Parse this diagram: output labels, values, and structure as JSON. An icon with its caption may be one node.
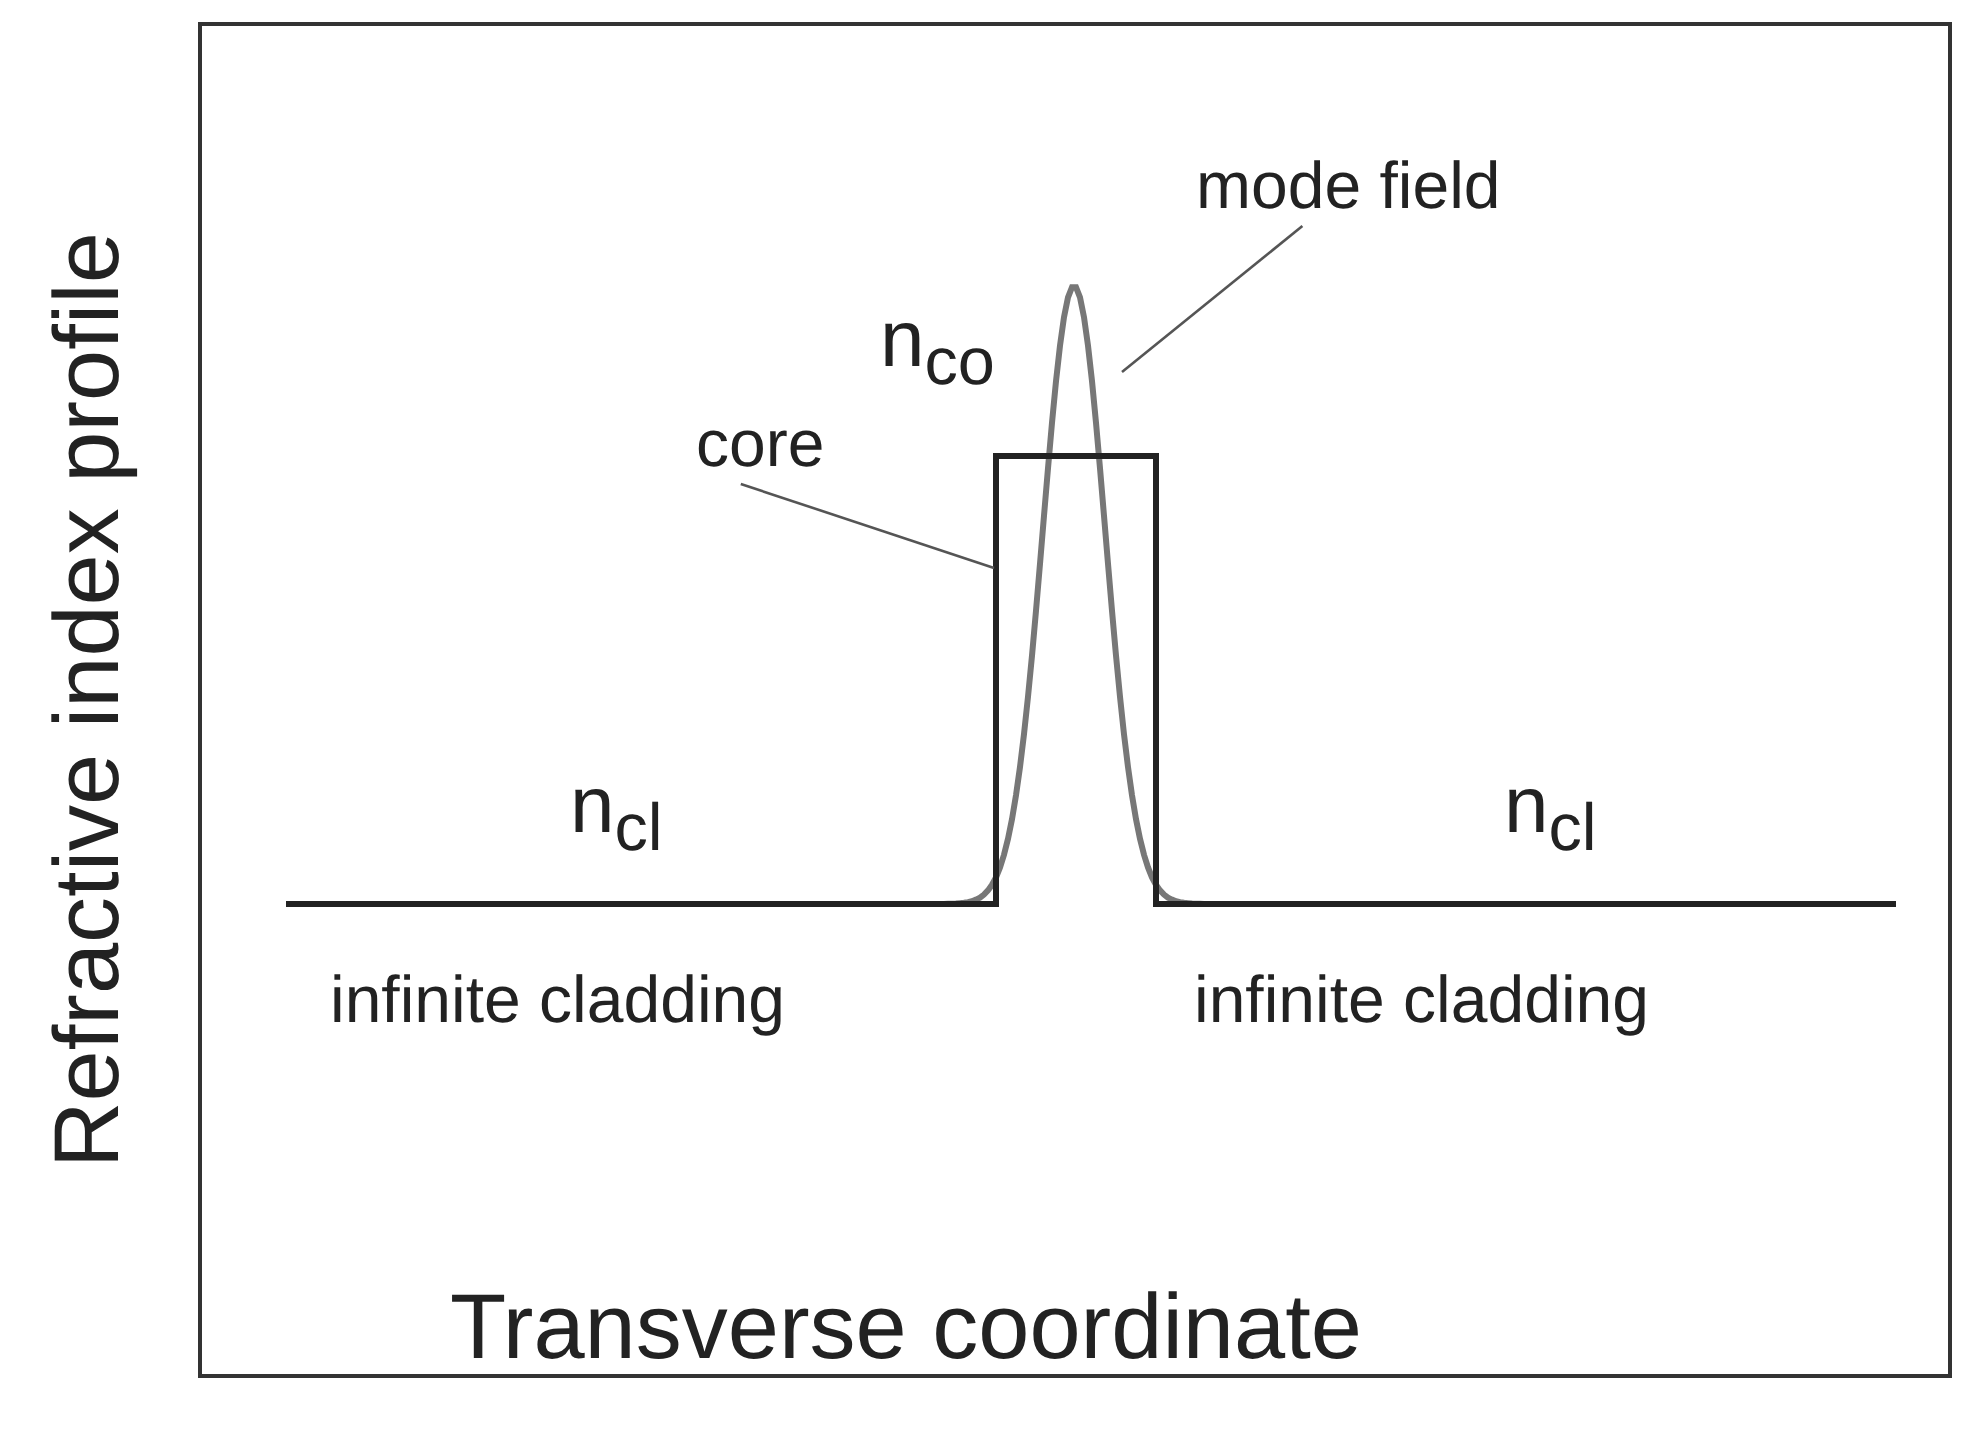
{
  "diagram": {
    "nodes": [
      {
        "text": [
          "mode field"
        ]
      },
      {
        "text": [],
        "shape": "curve"
      },
      {
        "text": [
          "core"
        ]
      },
      {
        "text": [],
        "shape": "line"
      }
    ],
    "edges": [
      {
        "from": 0,
        "to": 1,
        "arrow": "none"
      },
      {
        "from": 2,
        "to": 3,
        "arrow": "none"
      }
    ],
    "labels": [
      "Refractive index profile",
      "Transverse coordinate",
      "n$_{co}$",
      "n$_{cl}$",
      "n$_{cl}$",
      "infinite cladding",
      "infinite cladding"
    ]
  }
}
